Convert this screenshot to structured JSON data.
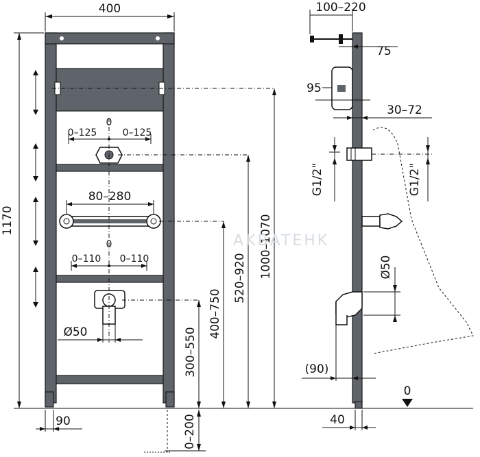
{
  "front_view": {
    "width_top": "400",
    "height_left": "1170",
    "offset_top_label": "0",
    "range_left_upper": "0–125",
    "range_right_upper": "0–125",
    "span_middle": "80–280",
    "offset_mid_label": "0",
    "range_left_lower": "0–110",
    "range_right_lower": "0–110",
    "drain_diameter": "Ø50",
    "foot_width": "90",
    "dim_300_550": "300–550",
    "dim_400_750": "400–750",
    "dim_520_920": "520–920",
    "dim_1000_1070": "1000–1070",
    "dim_0_200": "0–200",
    "watermark": "AKBATEHK"
  },
  "side_view": {
    "depth_top": "100–220",
    "dim_75": "75",
    "dim_95": "95",
    "dim_30_72": "30–72",
    "thread_left": "G1/2\"",
    "thread_right": "G1/2\"",
    "drain_diameter": "Ø50",
    "dim_90": "(90)",
    "dim_40": "40",
    "floor_level": "0"
  },
  "colors": {
    "frame": "#5f646a",
    "line": "#111111"
  }
}
